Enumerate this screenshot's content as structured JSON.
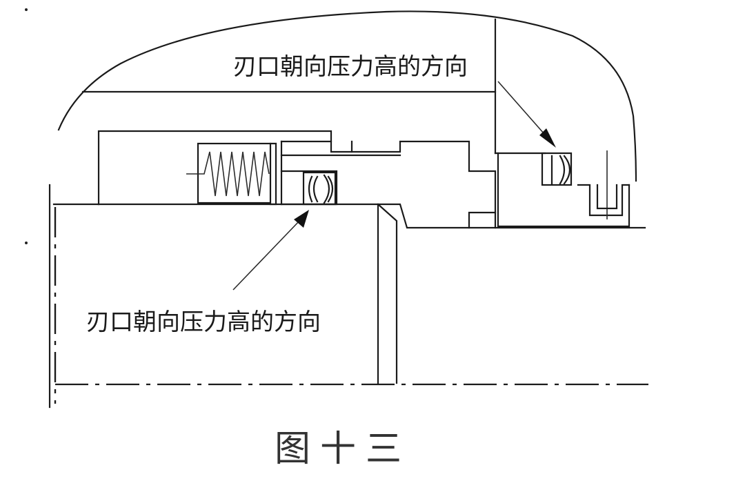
{
  "labels": {
    "top_annotation": "刃口朝向压力高的方向",
    "bottom_annotation": "刃口朝向压力高的方向"
  },
  "caption": "图十三"
}
